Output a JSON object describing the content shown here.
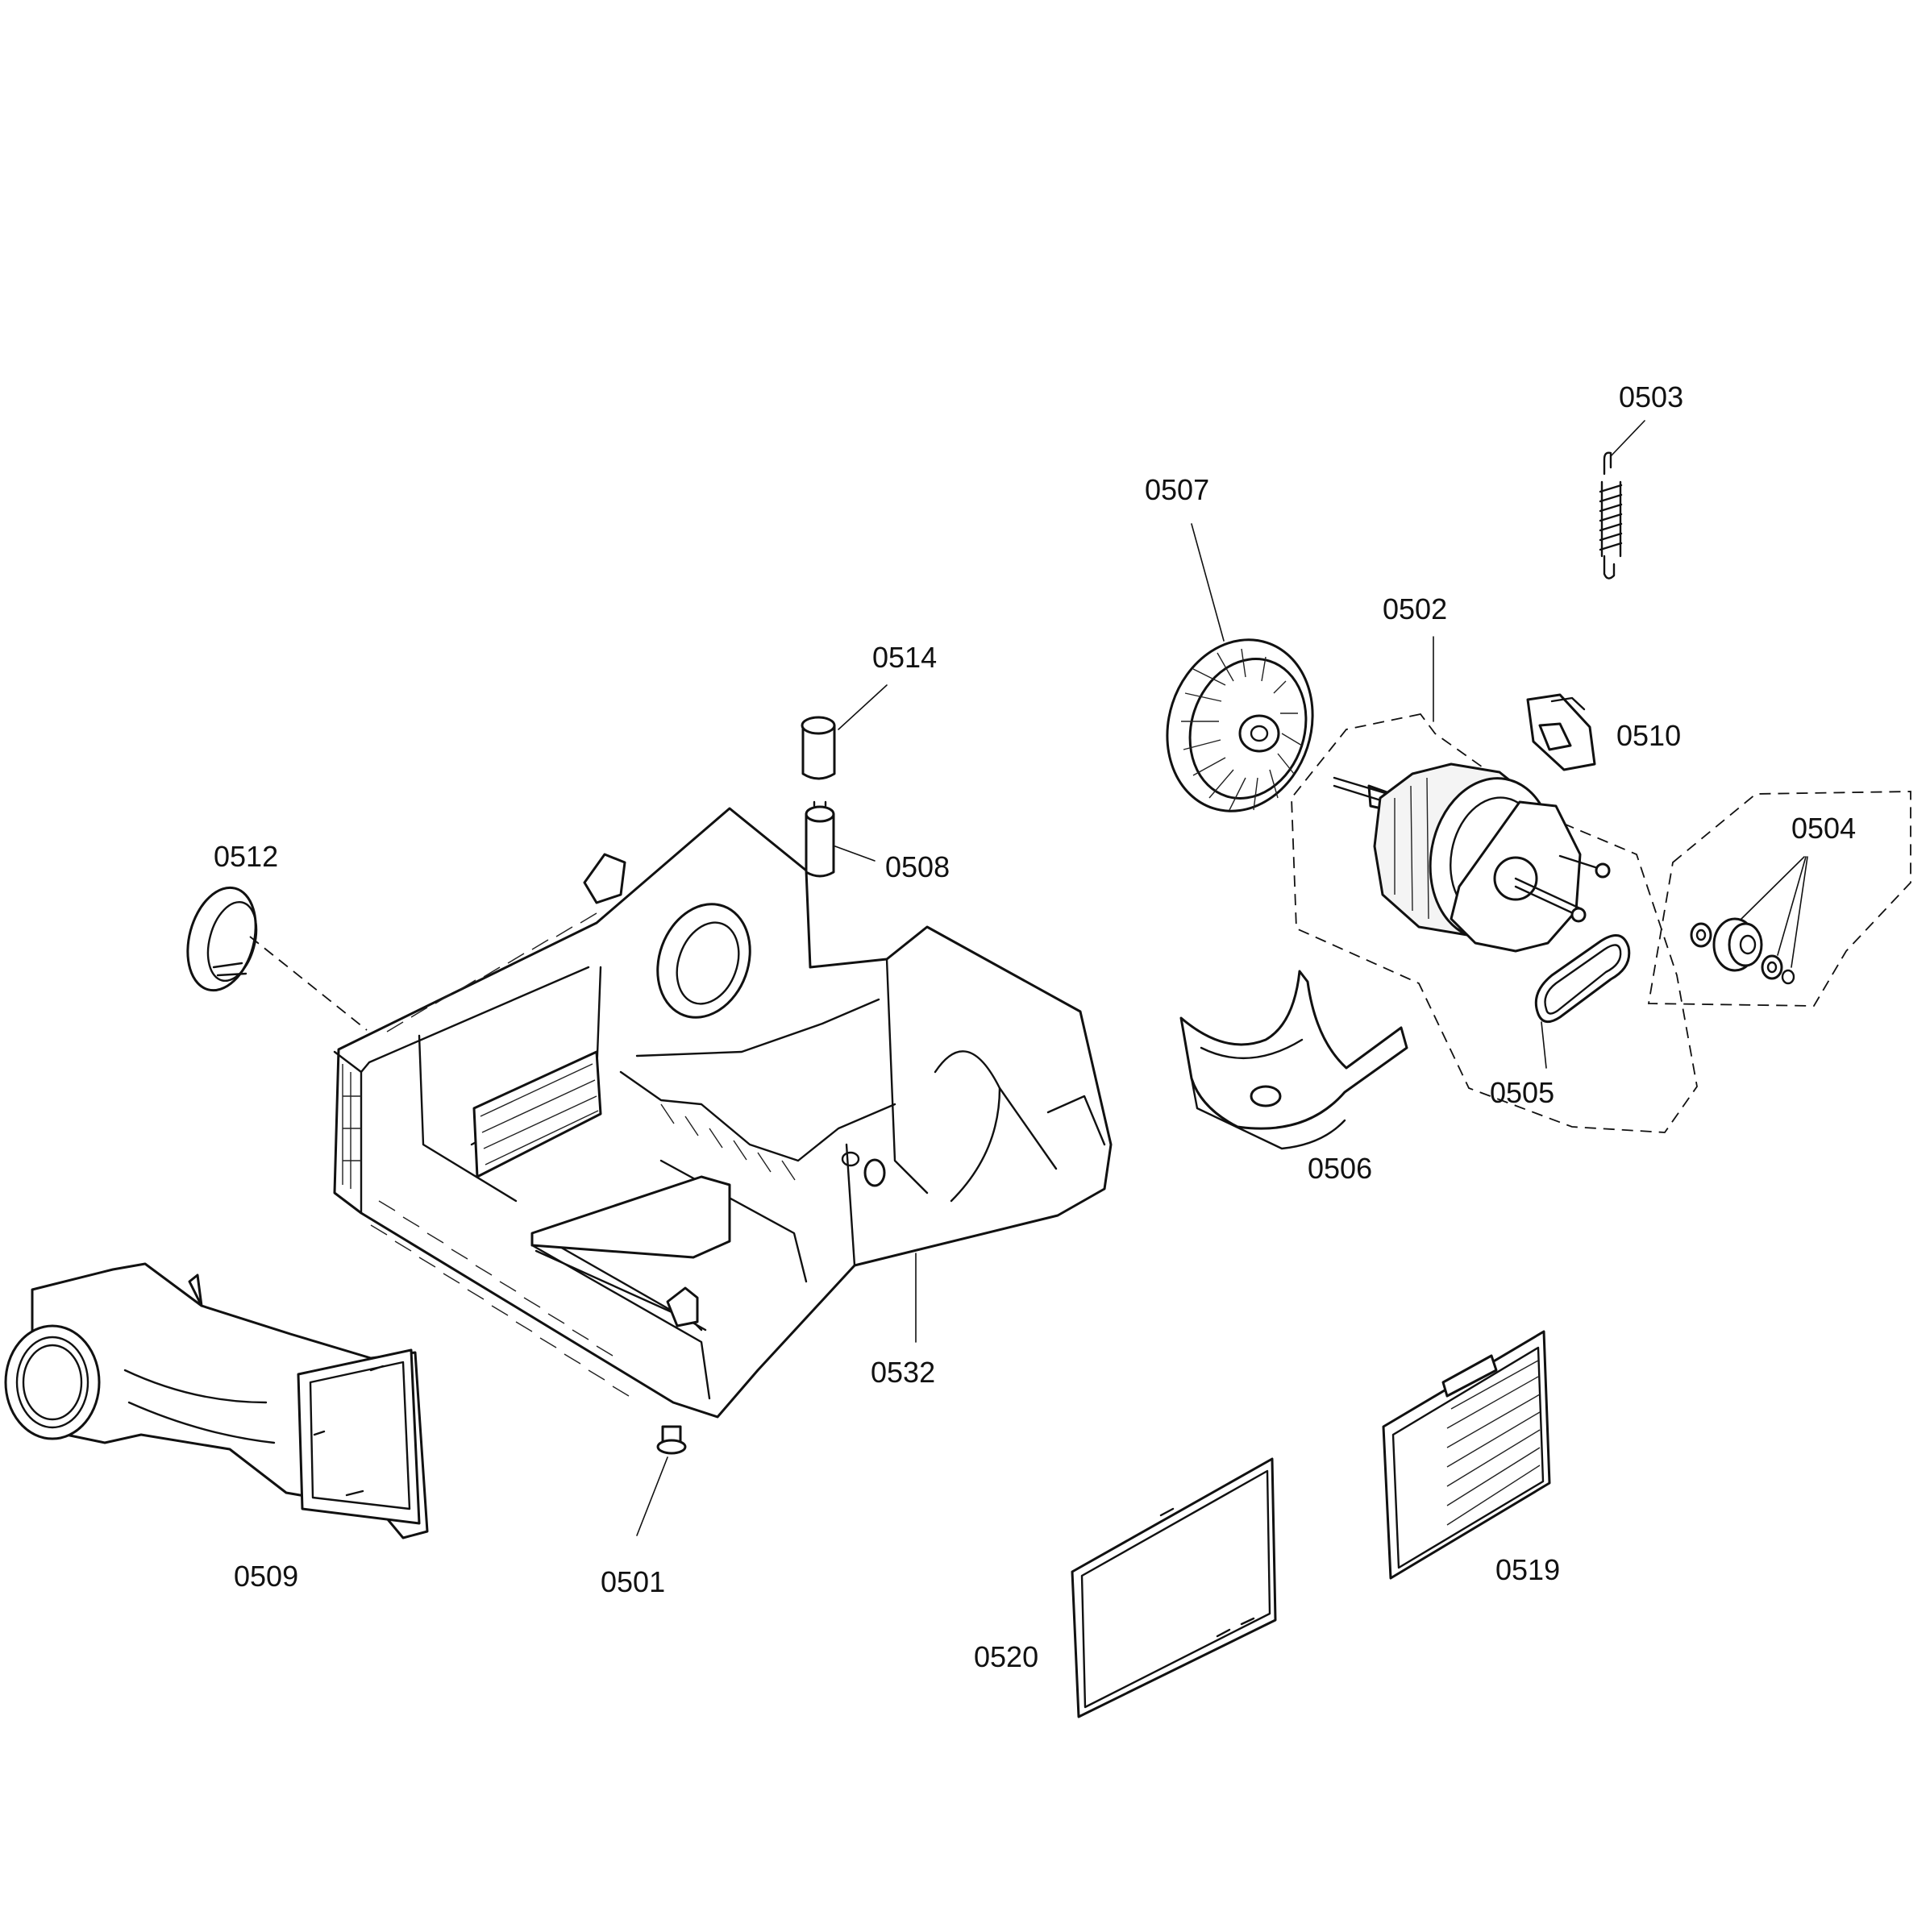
{
  "diagram": {
    "callouts": [
      {
        "id": "0503",
        "text": "0503"
      },
      {
        "id": "0507",
        "text": "0507"
      },
      {
        "id": "0502",
        "text": "0502"
      },
      {
        "id": "0514",
        "text": "0514"
      },
      {
        "id": "0510",
        "text": "0510"
      },
      {
        "id": "0504",
        "text": "0504"
      },
      {
        "id": "0512",
        "text": "0512"
      },
      {
        "id": "0508",
        "text": "0508"
      },
      {
        "id": "0505",
        "text": "0505"
      },
      {
        "id": "0506",
        "text": "0506"
      },
      {
        "id": "0532",
        "text": "0532"
      },
      {
        "id": "0519",
        "text": "0519"
      },
      {
        "id": "0509",
        "text": "0509"
      },
      {
        "id": "0501",
        "text": "0501"
      },
      {
        "id": "0520",
        "text": "0520"
      }
    ]
  }
}
